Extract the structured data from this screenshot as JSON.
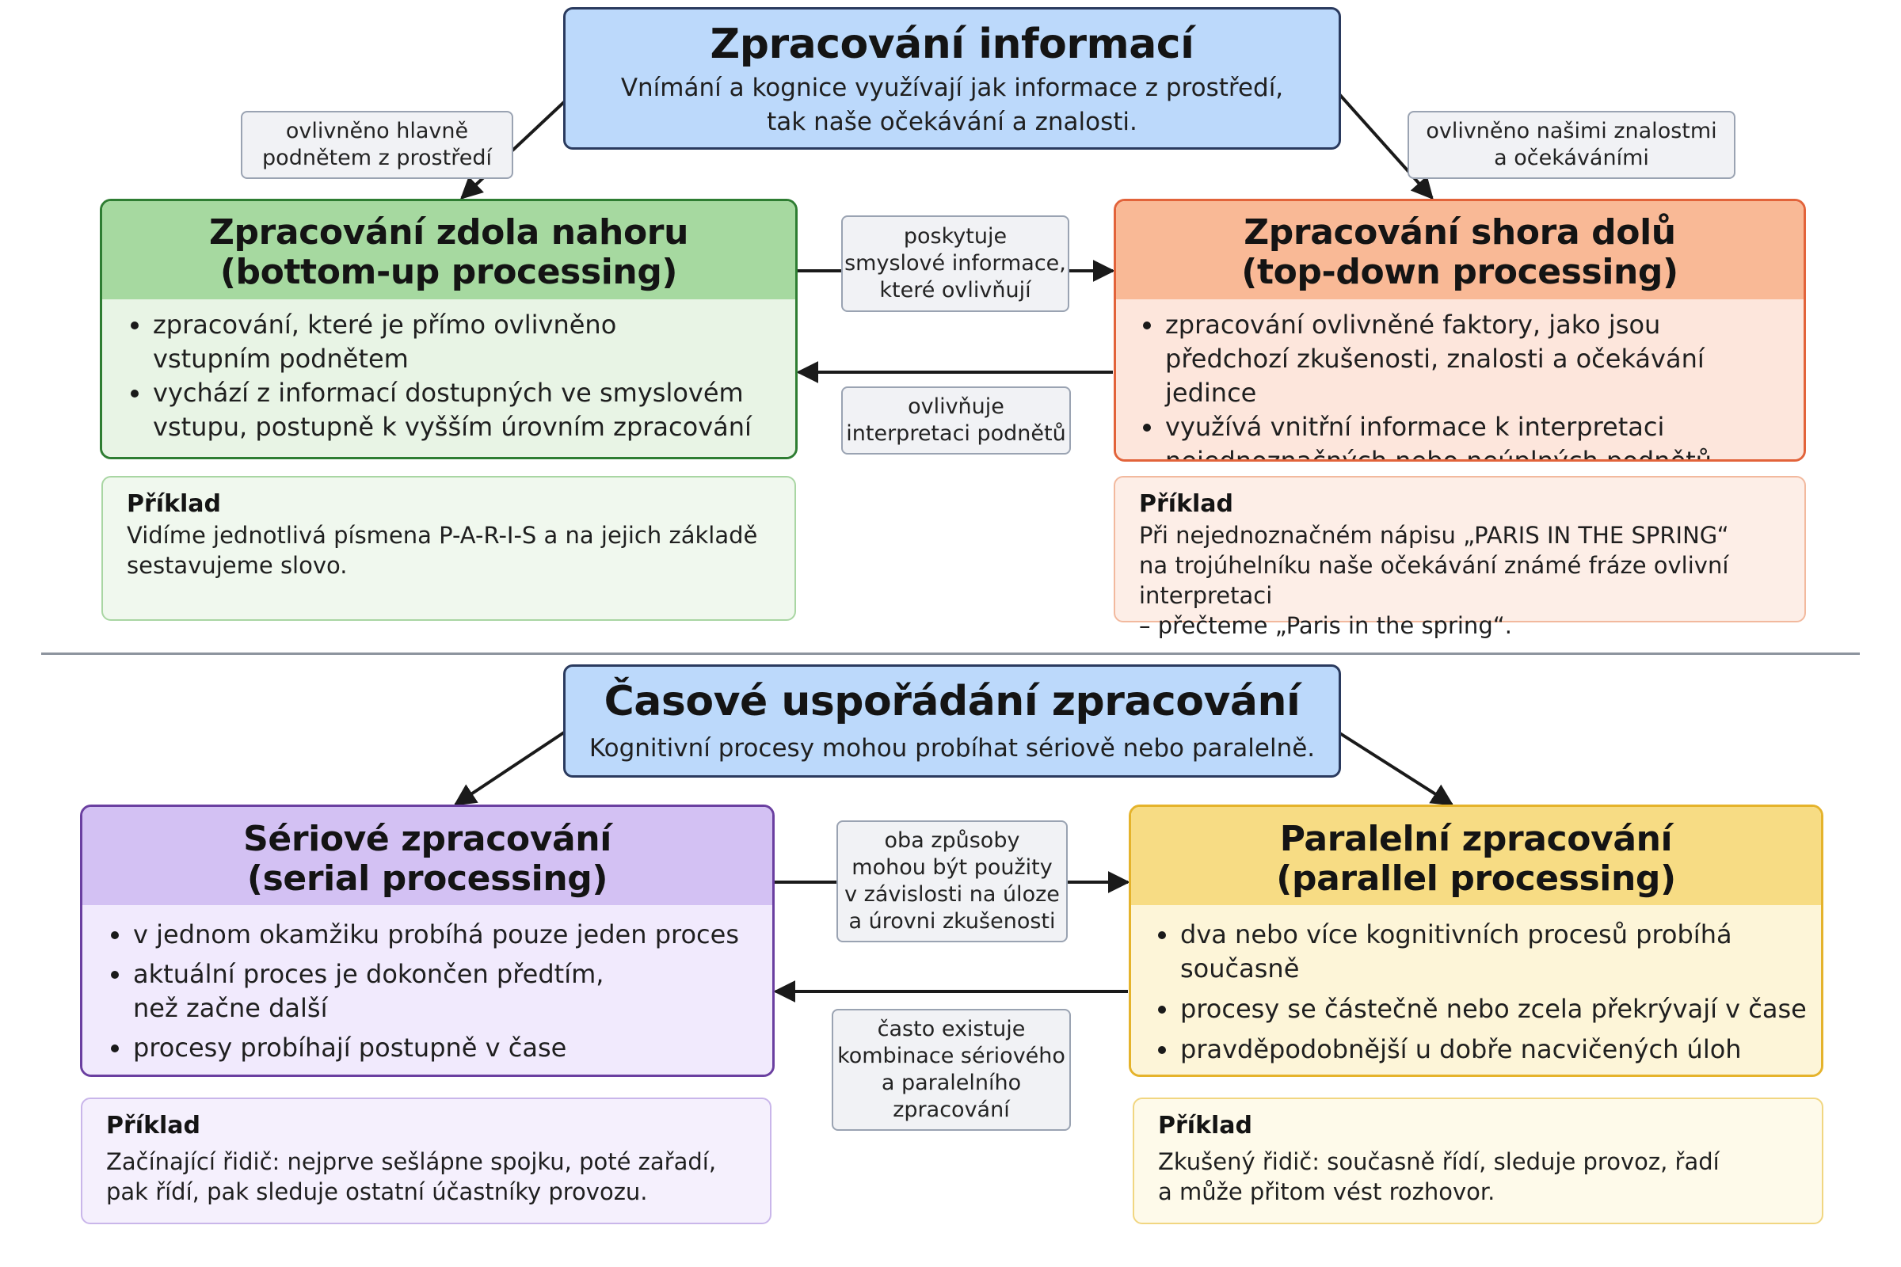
{
  "top_section": {
    "header": {
      "title": "Zpracování informací",
      "subtitle_lines": [
        "Vnímání a kognice využívají jak informace z prostředí,",
        "tak naše očekávání a znalosti."
      ]
    },
    "edge_labels": {
      "to_bottom_up": [
        "ovlivněno hlavně",
        "podnětem z prostředí"
      ],
      "to_top_down": [
        "ovlivněno našimi znalostmi",
        "a očekáváními"
      ],
      "bottom_up_to_top_down": [
        "poskytuje",
        "smyslové informace,",
        "které ovlivňují"
      ],
      "top_down_to_bottom_up": [
        "ovlivňuje",
        "interpretaci podnětů"
      ]
    },
    "bottom_up": {
      "title_lines": [
        "Zpracování zdola nahoru",
        "(bottom-up processing)"
      ],
      "bullets": [
        [
          "zpracování, které je přímo ovlivněno",
          "vstupním podnětem"
        ],
        [
          "vychází z informací dostupných ve smyslovém",
          "vstupu, postupně k vyšším úrovním zpracování"
        ]
      ],
      "example_label": "Příklad",
      "example_lines": [
        "Vidíme jednotlivá písmena P-A-R-I-S a na jejich základě",
        "sestavujeme slovo."
      ]
    },
    "top_down": {
      "title_lines": [
        "Zpracování shora dolů",
        "(top-down processing)"
      ],
      "bullets": [
        [
          "zpracování ovlivněné faktory, jako jsou",
          "předchozí zkušenosti, znalosti a očekávání jedince"
        ],
        [
          "využívá vnitřní informace k interpretaci",
          "nejednoznačných nebo neúplných podnětů"
        ]
      ],
      "example_label": "Příklad",
      "example_lines": [
        "Při nejednoznačném nápisu „PARIS IN THE SPRING“",
        "na trojúhelníku naše očekávání známé fráze ovlivní interpretaci",
        "– přečteme „Paris in the spring“."
      ]
    }
  },
  "bottom_section": {
    "header": {
      "title": "Časové uspořádání zpracování",
      "subtitle_lines": [
        "Kognitivní procesy mohou probíhat sériově nebo paralelně."
      ]
    },
    "edge_labels": {
      "serial_to_parallel": [
        "oba způsoby",
        "mohou být použity",
        "v závislosti na úloze",
        "a úrovni zkušenosti"
      ],
      "parallel_to_serial": [
        "často existuje",
        "kombinace sériového",
        "a paralelního",
        "zpracování"
      ]
    },
    "serial": {
      "title_lines": [
        "Sériové zpracování",
        "(serial processing)"
      ],
      "bullets": [
        [
          "v jednom okamžiku probíhá pouze jeden proces"
        ],
        [
          "aktuální proces je dokončen předtím,",
          "než začne další"
        ],
        [
          "procesy probíhají postupně v čase"
        ]
      ],
      "example_label": "Příklad",
      "example_lines": [
        "Začínající řidič: nejprve sešlápne spojku, poté zařadí,",
        "pak řídí, pak sleduje ostatní účastníky provozu."
      ]
    },
    "parallel": {
      "title_lines": [
        "Paralelní zpracování",
        "(parallel processing)"
      ],
      "bullets": [
        [
          "dva nebo více kognitivních procesů probíhá současně"
        ],
        [
          "procesy se částečně nebo zcela překrývají v čase"
        ],
        [
          "pravděpodobnější u dobře nacvičených úloh"
        ]
      ],
      "example_label": "Příklad",
      "example_lines": [
        "Zkušený řidič: současně řídí, sleduje provoz, řadí",
        "a může přitom vést rozhovor."
      ]
    }
  },
  "colors": {
    "header_fill": "#bcd9fb",
    "header_border": "#2a3a5e",
    "bottom_up": "#2e7d32",
    "top_down": "#e2633a",
    "serial": "#6a3fa0",
    "parallel": "#e5b32b",
    "arrow": "#1a1a1a",
    "divider": "#8d949e"
  }
}
